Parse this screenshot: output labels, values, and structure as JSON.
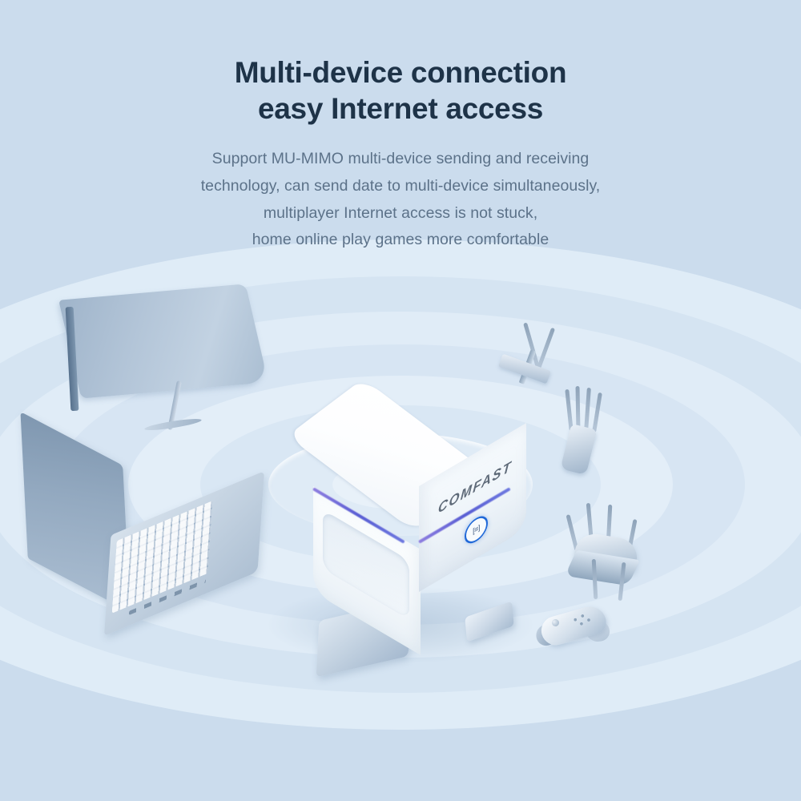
{
  "background_color": "#cbdced",
  "headline": {
    "color": "#1e3348",
    "line1": "Multi-device connection",
    "line2": "easy Internet access"
  },
  "subcopy": {
    "color": "#5c7289",
    "line1": "Support MU-MIMO multi-device sending and receiving",
    "line2": "technology, can send date to multi-device simultaneously,",
    "line3": "multiplayer Internet access is not stuck,",
    "line4": "home online play games more comfortable"
  },
  "product": {
    "brand": "COMFAST",
    "form_factor": "cube-router",
    "led_accent_color": "#5a5fd4",
    "badge": {
      "ring_color": "#1f68d8",
      "glyph": "[≡]"
    }
  },
  "devices": [
    {
      "name": "curved-ultrawide-monitor",
      "position": "upper-left"
    },
    {
      "name": "laptop",
      "position": "left"
    },
    {
      "name": "pcie-wifi-card",
      "antennas": 2,
      "position": "upper-right"
    },
    {
      "name": "wifi-extender",
      "antennas": 4,
      "position": "right"
    },
    {
      "name": "gaming-router",
      "antennas": 6,
      "position": "lower-right"
    },
    {
      "name": "game-controller",
      "position": "lower-right"
    },
    {
      "name": "tablet",
      "position": "bottom-center"
    },
    {
      "name": "smartphone",
      "position": "bottom-right"
    }
  ],
  "ripple_rings": 8
}
